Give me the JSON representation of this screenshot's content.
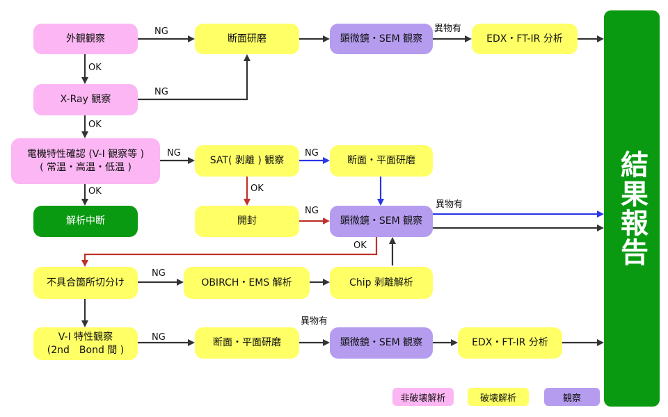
{
  "nodes": {
    "visual_inspection": "外観観察",
    "cross_section_polish_1": "断面研磨",
    "microscope_sem_1": "顕微鏡・SEM 観察",
    "edx_ftir_1": "EDX・FT-IR 分析",
    "xray_inspection": "X-Ray 観察",
    "electrical_test": "電機特性確認 (V-I 観察等 )\n( 常温・高温・低温 )",
    "sat_inspection": "SAT( 剥離 ) 観察",
    "cross_plane_polish_1": "断面・平面研磨",
    "analysis_stop": "解析中断",
    "unseal": "開封",
    "microscope_sem_2": "顕微鏡・SEM 観察",
    "defect_isolation": "不具合箇所切分け",
    "obirch_ems": "OBIRCH・EMS 解析",
    "chip_delam": "Chip 剥離解析",
    "vi_inspection": "V-I 特性観察\n(2nd　Bond 間 )",
    "cross_plane_polish_2": "断面・平面研磨",
    "microscope_sem_3": "顕微鏡・SEM 観察",
    "edx_ftir_2": "EDX・FT-IR 分析"
  },
  "result": "結果報告",
  "labels": {
    "ng": "NG",
    "ok": "OK",
    "anomaly": "異物有"
  },
  "legend": {
    "non_destructive": "非破壊解析",
    "destructive": "破壊解析",
    "observation": "観察"
  },
  "colors": {
    "non_destructive": "#fcb6f3",
    "destructive": "#ffff66",
    "observation": "#b59cef",
    "stop": "#0a9a12",
    "result": "#0a9a12",
    "arrow_default": "#333333",
    "arrow_blue": "#2a36e6",
    "arrow_red": "#c0312b"
  }
}
